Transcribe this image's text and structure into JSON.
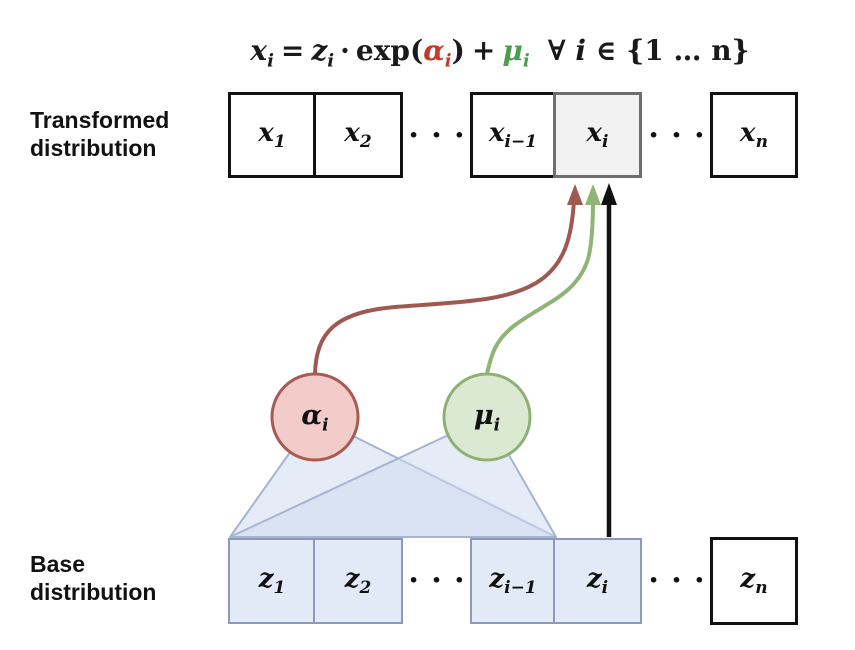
{
  "equation": {
    "x": "x",
    "z": "z",
    "alpha": "α",
    "mu": "μ",
    "sub_i": "i",
    "equals": "=",
    "cdot": "·",
    "exp_open": "exp(",
    "close_paren": ")",
    "plus": "+",
    "forall": "∀",
    "qvar": "i",
    "in_set": "∈ {1 … n}"
  },
  "row_labels": {
    "transformed": "Transformed\ndistribution",
    "base": "Base\ndistribution"
  },
  "transformed_row": {
    "cells": [
      {
        "base": "x",
        "sub": "1"
      },
      {
        "base": "x",
        "sub": "2"
      },
      {
        "base": "x",
        "sub": "i−1"
      },
      {
        "base": "x",
        "sub": "i"
      },
      {
        "base": "x",
        "sub": "n"
      }
    ],
    "dots": "· · ·"
  },
  "base_row": {
    "cells": [
      {
        "base": "z",
        "sub": "1"
      },
      {
        "base": "z",
        "sub": "2"
      },
      {
        "base": "z",
        "sub": "i−1"
      },
      {
        "base": "z",
        "sub": "i"
      },
      {
        "base": "z",
        "sub": "n"
      }
    ],
    "dots": "· · ·"
  },
  "nodes": {
    "alpha": {
      "base": "α",
      "sub": "i"
    },
    "mu": {
      "base": "μ",
      "sub": "i"
    }
  },
  "colors": {
    "eq_alpha": "#c23b2e",
    "eq_mu": "#4e9d4e",
    "alpha_fill": "#f2ccc8",
    "alpha_stroke": "#a85b53",
    "mu_fill": "#dce9d2",
    "mu_stroke": "#8fb075",
    "red_arrow": "#9e5a51",
    "green_arrow": "#8fb475",
    "black_arrow": "#111111",
    "z_cell_fill": "#e2eaf8",
    "z_cell_stroke": "#8a9ab8",
    "xi_cell_fill": "#f2f2f2",
    "xi_cell_stroke": "#6e6e6e",
    "fan_fill": "#cdd9ef",
    "fan_stroke": "#a6b4d2"
  }
}
